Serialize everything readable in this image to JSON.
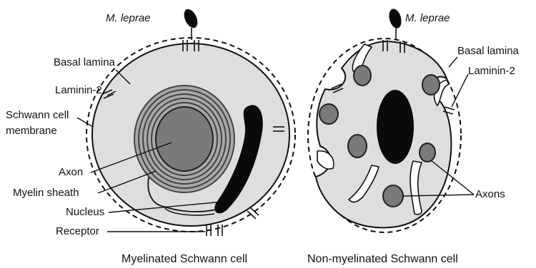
{
  "organism": "M. leprae",
  "left_cell": {
    "caption": "Myelinated Schwann cell",
    "labels": {
      "basal_lamina": "Basal lamina",
      "laminin": "Laminin-2",
      "membrane_line1": "Schwann cell",
      "membrane_line2": "membrane",
      "axon": "Axon",
      "myelin": "Myelin sheath",
      "nucleus": "Nucleus",
      "receptor": "Receptor"
    }
  },
  "right_cell": {
    "caption": "Non-myelinated Schwann cell",
    "labels": {
      "basal_lamina": "Basal lamina",
      "laminin": "Laminin-2",
      "axons": "Axons"
    }
  },
  "colors": {
    "cytoplasm": "#dedede",
    "axon": "#7a7a7a",
    "dark": "#0a0a0a"
  }
}
